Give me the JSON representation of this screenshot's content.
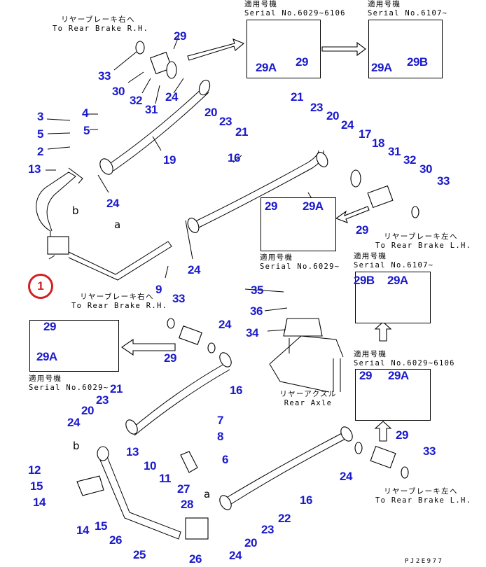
{
  "diagram": {
    "document_id": "PJ2E977",
    "reference_circle": "1",
    "view_letters": [
      "a",
      "b"
    ],
    "notes": {
      "to_rear_brake_rh_top": {
        "jp": "リヤーブレーキ右へ",
        "en": "To Rear Brake R.H."
      },
      "to_rear_brake_rh_mid": {
        "jp": "リヤーブレーキ右へ",
        "en": "To Rear Brake R.H."
      },
      "to_rear_brake_lh_top": {
        "jp": "リヤーブレーキ左へ",
        "en": "To Rear Brake L.H."
      },
      "to_rear_brake_lh_bottom": {
        "jp": "リヤーブレーキ左へ",
        "en": "To Rear Brake L.H."
      },
      "rear_axle": {
        "jp": "リヤーアクスル",
        "en": "Rear Axle"
      }
    },
    "serial_boxes": [
      {
        "id": "top-left",
        "jp": "適用号機",
        "serial": "Serial No.6029~6106",
        "parts": [
          "29A",
          "29"
        ]
      },
      {
        "id": "top-right",
        "jp": "適用号機",
        "serial": "Serial No.6107~",
        "parts": [
          "29A",
          "29B"
        ]
      },
      {
        "id": "mid-center",
        "jp": "適用号機",
        "serial": "Serial No.6029~",
        "parts": [
          "29",
          "29A"
        ]
      },
      {
        "id": "right-upper",
        "jp": "適用号機",
        "serial": "Serial No.6107~",
        "parts": [
          "29B",
          "29A"
        ]
      },
      {
        "id": "right-lower",
        "jp": "適用号機",
        "serial": "Serial No.6029~6106",
        "parts": [
          "29",
          "29A"
        ]
      },
      {
        "id": "left-mid",
        "jp": "適用号機",
        "serial": "Serial No.6029~",
        "parts": [
          "29",
          "29A"
        ]
      }
    ],
    "callouts": [
      "29",
      "33",
      "30",
      "32",
      "31",
      "24",
      "20",
      "23",
      "21",
      "3",
      "4",
      "5",
      "5",
      "2",
      "13",
      "19",
      "24",
      "16",
      "21",
      "23",
      "20",
      "24",
      "17",
      "18",
      "31",
      "32",
      "30",
      "33",
      "29",
      "24",
      "9",
      "35",
      "36",
      "34",
      "33",
      "24",
      "29",
      "16",
      "21",
      "23",
      "20",
      "24",
      "7",
      "8",
      "6",
      "13",
      "10",
      "11",
      "12",
      "15",
      "14",
      "14",
      "15",
      "27",
      "28",
      "26",
      "25",
      "26",
      "24",
      "20",
      "23",
      "22",
      "16",
      "29",
      "24",
      "33"
    ]
  }
}
